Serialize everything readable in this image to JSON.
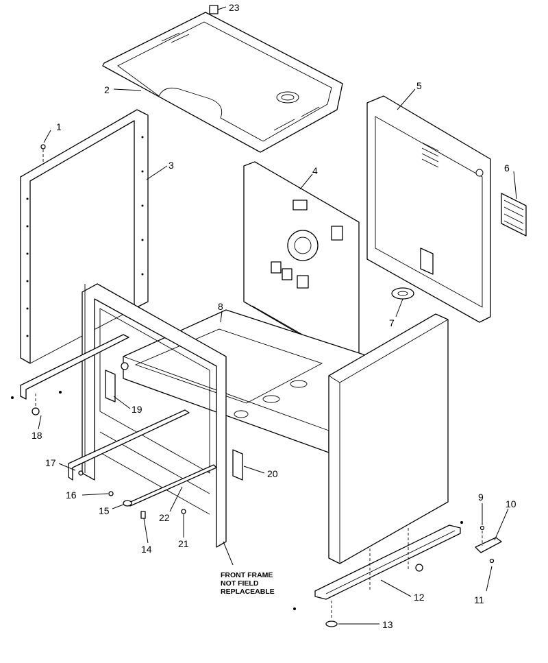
{
  "callouts": [
    {
      "id": "1",
      "label": "1"
    },
    {
      "id": "2",
      "label": "2"
    },
    {
      "id": "3",
      "label": "3"
    },
    {
      "id": "4",
      "label": "4"
    },
    {
      "id": "5",
      "label": "5"
    },
    {
      "id": "6",
      "label": "6"
    },
    {
      "id": "7",
      "label": "7"
    },
    {
      "id": "8",
      "label": "8"
    },
    {
      "id": "9",
      "label": "9"
    },
    {
      "id": "10",
      "label": "10"
    },
    {
      "id": "11",
      "label": "11"
    },
    {
      "id": "12",
      "label": "12"
    },
    {
      "id": "13",
      "label": "13"
    },
    {
      "id": "14",
      "label": "14"
    },
    {
      "id": "15",
      "label": "15"
    },
    {
      "id": "16",
      "label": "16"
    },
    {
      "id": "17",
      "label": "17"
    },
    {
      "id": "18",
      "label": "18"
    },
    {
      "id": "19",
      "label": "19"
    },
    {
      "id": "20",
      "label": "20"
    },
    {
      "id": "21",
      "label": "21"
    },
    {
      "id": "22",
      "label": "22"
    },
    {
      "id": "23",
      "label": "23"
    }
  ],
  "note": {
    "lines": [
      "FRONT FRAME",
      "NOT FIELD",
      "REPLACEABLE"
    ]
  },
  "colors": {
    "line": "#000000",
    "background": "#ffffff"
  }
}
